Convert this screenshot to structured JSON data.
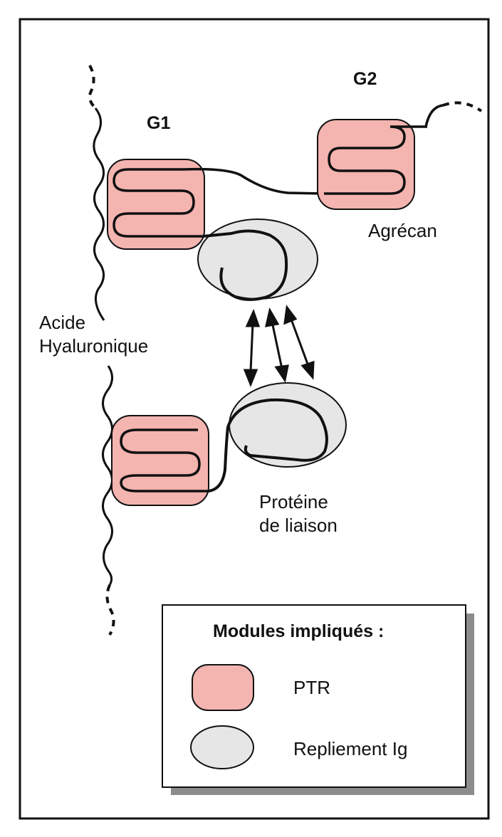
{
  "labels": {
    "g1": "G1",
    "g2": "G2",
    "agrecan": "Agrécan",
    "acide_line1": "Acide",
    "acide_line2": "Hyaluronique",
    "proteine_line1": "Protéine",
    "proteine_line2": "de liaison"
  },
  "legend": {
    "title": "Modules impliqués :",
    "items": [
      {
        "label": "PTR",
        "shape": "rounded-square",
        "color": "#f4b4b0"
      },
      {
        "label": "Repliement Ig",
        "shape": "ellipse",
        "color": "#e6e6e6"
      }
    ]
  },
  "colors": {
    "ptr_fill": "#f4b4b0",
    "ig_fill": "#e6e6e6",
    "line": "#111111",
    "shadow": "#8c8c8c"
  }
}
